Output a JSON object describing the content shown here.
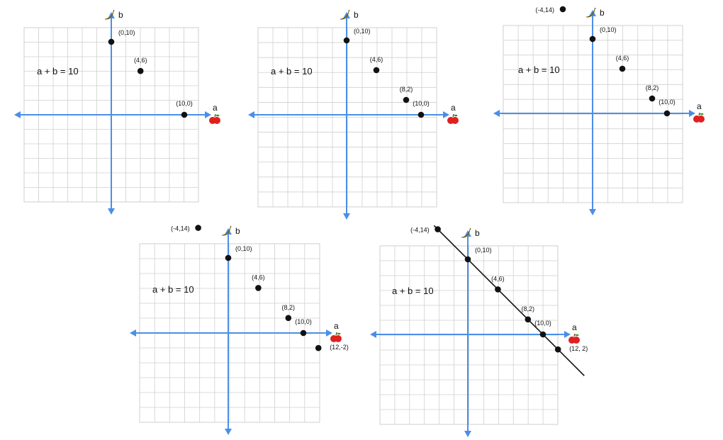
{
  "style": {
    "grid_color": "#cfcfcf",
    "axis_color": "#4a8fe7",
    "point_color": "#111111",
    "line_color": "#111111",
    "apple_color": "#e02020",
    "banana_color": "#f2d21b"
  },
  "chart_data": [
    {
      "type": "scatter",
      "title": "",
      "equation": "a + b = 10",
      "xlabel": "a",
      "ylabel": "b",
      "x_icon": "apple-icon",
      "y_icon": "banana-icon",
      "grid": true,
      "show_line": false,
      "points": [
        {
          "x": 0,
          "y": 10,
          "label": "(0,10)"
        },
        {
          "x": 4,
          "y": 6,
          "label": "(4,6)"
        },
        {
          "x": 10,
          "y": 0,
          "label": "(10,0)"
        }
      ]
    },
    {
      "type": "scatter",
      "title": "",
      "equation": "a + b = 10",
      "xlabel": "a",
      "ylabel": "b",
      "x_icon": "apple-icon",
      "y_icon": "banana-icon",
      "grid": true,
      "show_line": false,
      "points": [
        {
          "x": 0,
          "y": 10,
          "label": "(0,10)"
        },
        {
          "x": 4,
          "y": 6,
          "label": "(4,6)"
        },
        {
          "x": 8,
          "y": 2,
          "label": "(8,2)"
        },
        {
          "x": 10,
          "y": 0,
          "label": "(10,0)"
        }
      ]
    },
    {
      "type": "scatter",
      "title": "",
      "equation": "a + b = 10",
      "xlabel": "a",
      "ylabel": "b",
      "x_icon": "apple-icon",
      "y_icon": "banana-icon",
      "grid": true,
      "show_line": false,
      "points": [
        {
          "x": -4,
          "y": 14,
          "label": "(-4,14)"
        },
        {
          "x": 0,
          "y": 10,
          "label": "(0,10)"
        },
        {
          "x": 4,
          "y": 6,
          "label": "(4,6)"
        },
        {
          "x": 8,
          "y": 2,
          "label": "(8,2)"
        },
        {
          "x": 10,
          "y": 0,
          "label": "(10,0)"
        }
      ]
    },
    {
      "type": "scatter",
      "title": "",
      "equation": "a + b = 10",
      "xlabel": "a",
      "ylabel": "b",
      "x_icon": "apple-icon",
      "y_icon": "banana-icon",
      "grid": true,
      "show_line": false,
      "points": [
        {
          "x": -4,
          "y": 14,
          "label": "(-4,14)"
        },
        {
          "x": 0,
          "y": 10,
          "label": "(0,10)"
        },
        {
          "x": 4,
          "y": 6,
          "label": "(4,6)"
        },
        {
          "x": 8,
          "y": 2,
          "label": "(8,2)"
        },
        {
          "x": 10,
          "y": 0,
          "label": "(10,0)"
        },
        {
          "x": 12,
          "y": -2,
          "label": "(12,-2)"
        }
      ]
    },
    {
      "type": "line",
      "title": "",
      "equation": "a + b = 10",
      "xlabel": "a",
      "ylabel": "b",
      "x_icon": "apple-icon",
      "y_icon": "banana-icon",
      "grid": true,
      "show_line": true,
      "points": [
        {
          "x": -4,
          "y": 14,
          "label": "(-4,14)"
        },
        {
          "x": 0,
          "y": 10,
          "label": "(0,10)"
        },
        {
          "x": 4,
          "y": 6,
          "label": "(4,6)"
        },
        {
          "x": 8,
          "y": 2,
          "label": "(8,2)"
        },
        {
          "x": 10,
          "y": 0,
          "label": "(10,0)"
        },
        {
          "x": 12,
          "y": -2,
          "label": "(12, 2)"
        }
      ]
    }
  ]
}
